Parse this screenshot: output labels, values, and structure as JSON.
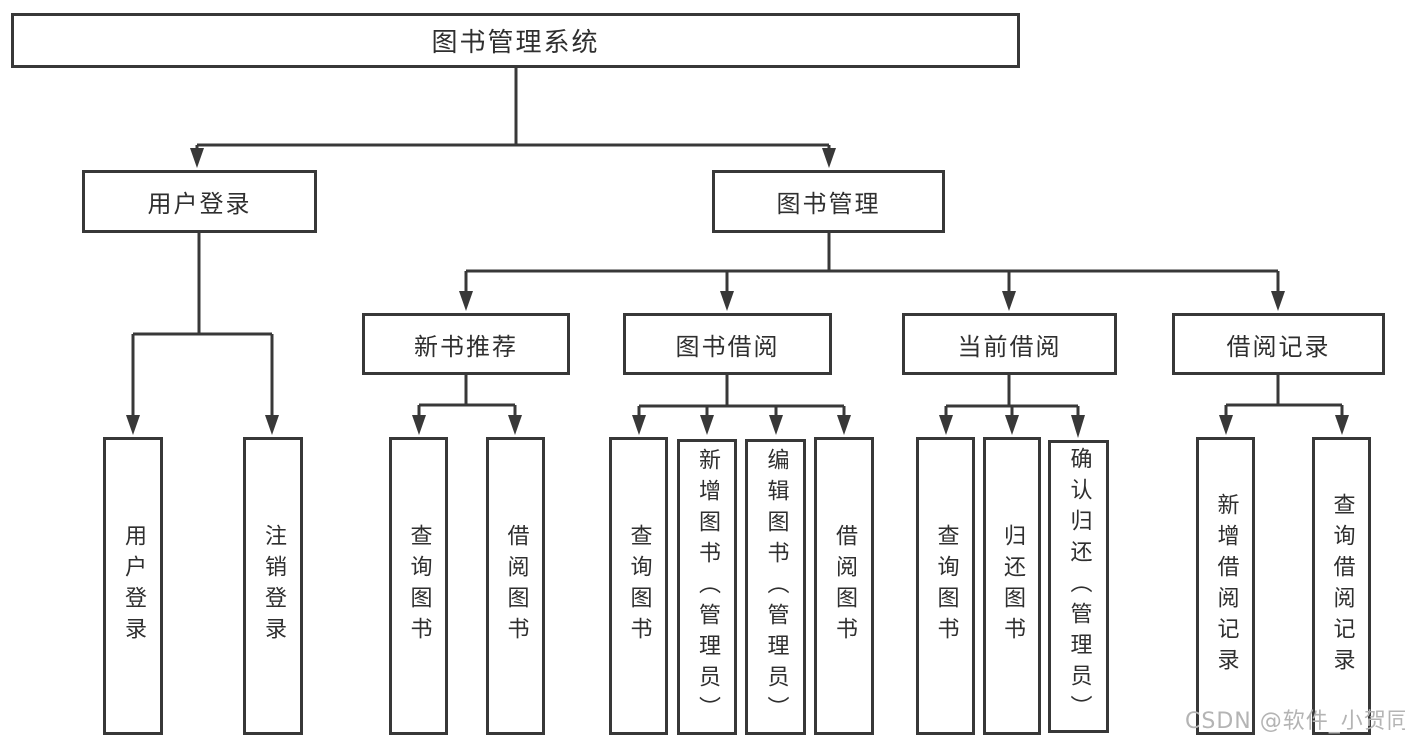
{
  "tree": {
    "root": {
      "label": "图书管理系统"
    },
    "branches": [
      {
        "label": "用户登录",
        "children": [
          {
            "label": "用户登录"
          },
          {
            "label": "注销登录"
          }
        ]
      },
      {
        "label": "图书管理",
        "children": [
          {
            "label": "新书推荐",
            "children": [
              {
                "label": "查询图书"
              },
              {
                "label": "借阅图书"
              }
            ]
          },
          {
            "label": "图书借阅",
            "children": [
              {
                "label": "查询图书"
              },
              {
                "label": "新增图书（管理员）"
              },
              {
                "label": "编辑图书（管理员）"
              },
              {
                "label": "借阅图书"
              }
            ]
          },
          {
            "label": "当前借阅",
            "children": [
              {
                "label": "查询图书"
              },
              {
                "label": "归还图书"
              },
              {
                "label": "确认归还（管理员）"
              }
            ]
          },
          {
            "label": "借阅记录",
            "children": [
              {
                "label": "新增借阅记录"
              },
              {
                "label": "查询借阅记录"
              }
            ]
          }
        ]
      }
    ]
  },
  "watermark": {
    "text": "CSDN @软件_小贺同学"
  },
  "colors": {
    "line": "#383838",
    "text": "#2f2f2f",
    "watermark": "#b4b4b4",
    "background": "#ffffff"
  }
}
